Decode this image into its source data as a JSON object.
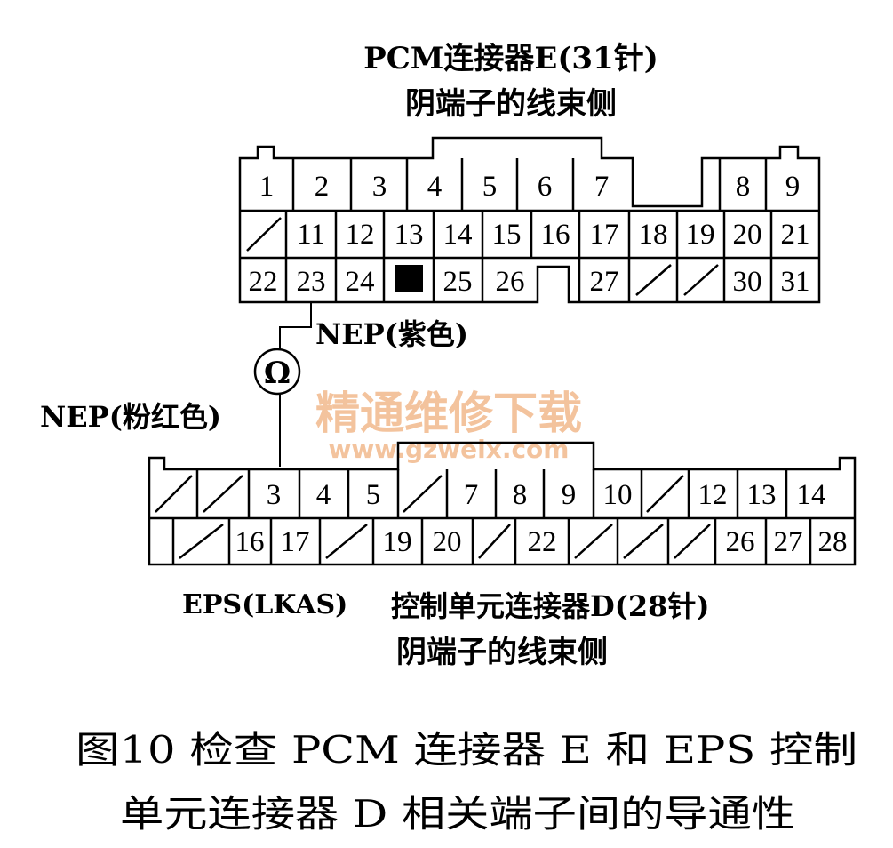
{
  "pcm": {
    "title": "PCM连接器E(31针)",
    "subtitle": "阴端子的线束侧",
    "row1": [
      "1",
      "2",
      "3",
      "4",
      "5",
      "6",
      "7",
      "",
      "8",
      "9"
    ],
    "row2": [
      "/",
      "11",
      "12",
      "13",
      "14",
      "15",
      "16",
      "17",
      "18",
      "19",
      "20",
      "21"
    ],
    "row3": [
      "22",
      "23",
      "24",
      "■",
      "25",
      "26",
      "",
      "27",
      "/",
      "/",
      "30",
      "31"
    ]
  },
  "labels": {
    "nep_purple": "NEP(紫色)",
    "nep_pink": "NEP(粉红色)",
    "ohm": "Ω",
    "eps_label": "EPS(LKAS)"
  },
  "eps": {
    "title": "控制单元连接器D(28针)",
    "subtitle": "阴端子的线束侧",
    "row1": [
      "/",
      "/",
      "3",
      "4",
      "5",
      "/",
      "7",
      "8",
      "9",
      "10",
      "/",
      "12",
      "13",
      "14"
    ],
    "row2": [
      "",
      "/",
      "16",
      "17",
      "/",
      "19",
      "20",
      "/",
      "22",
      "/",
      "/",
      "/",
      "26",
      "27",
      "28"
    ]
  },
  "watermark": {
    "cn": "精通维修下载",
    "url": "www.gzweix.com"
  },
  "caption": {
    "line1": "图10   检查 PCM 连接器 E 和 EPS 控制",
    "line2": "单元连接器 D 相关端子间的导通性"
  }
}
